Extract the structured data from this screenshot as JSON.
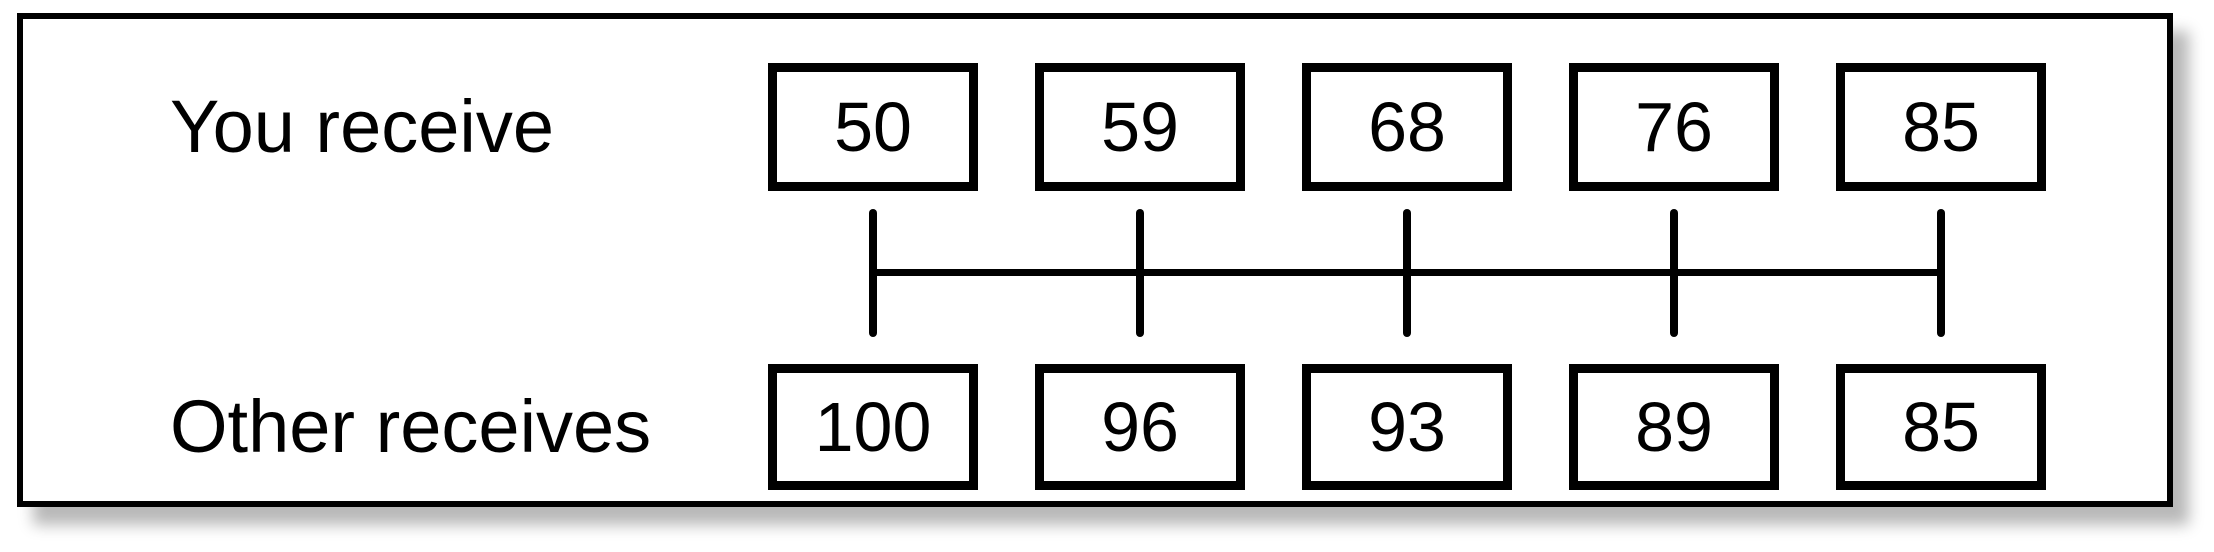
{
  "figure": {
    "rows": [
      {
        "label": "You receive",
        "values": [
          "50",
          "59",
          "68",
          "76",
          "85"
        ]
      },
      {
        "label": "Other receives",
        "values": [
          "100",
          "96",
          "93",
          "89",
          "85"
        ]
      }
    ]
  },
  "colors": {
    "ink": "#000000",
    "background": "#ffffff",
    "shadow": "rgba(0,0,0,0.28)"
  }
}
